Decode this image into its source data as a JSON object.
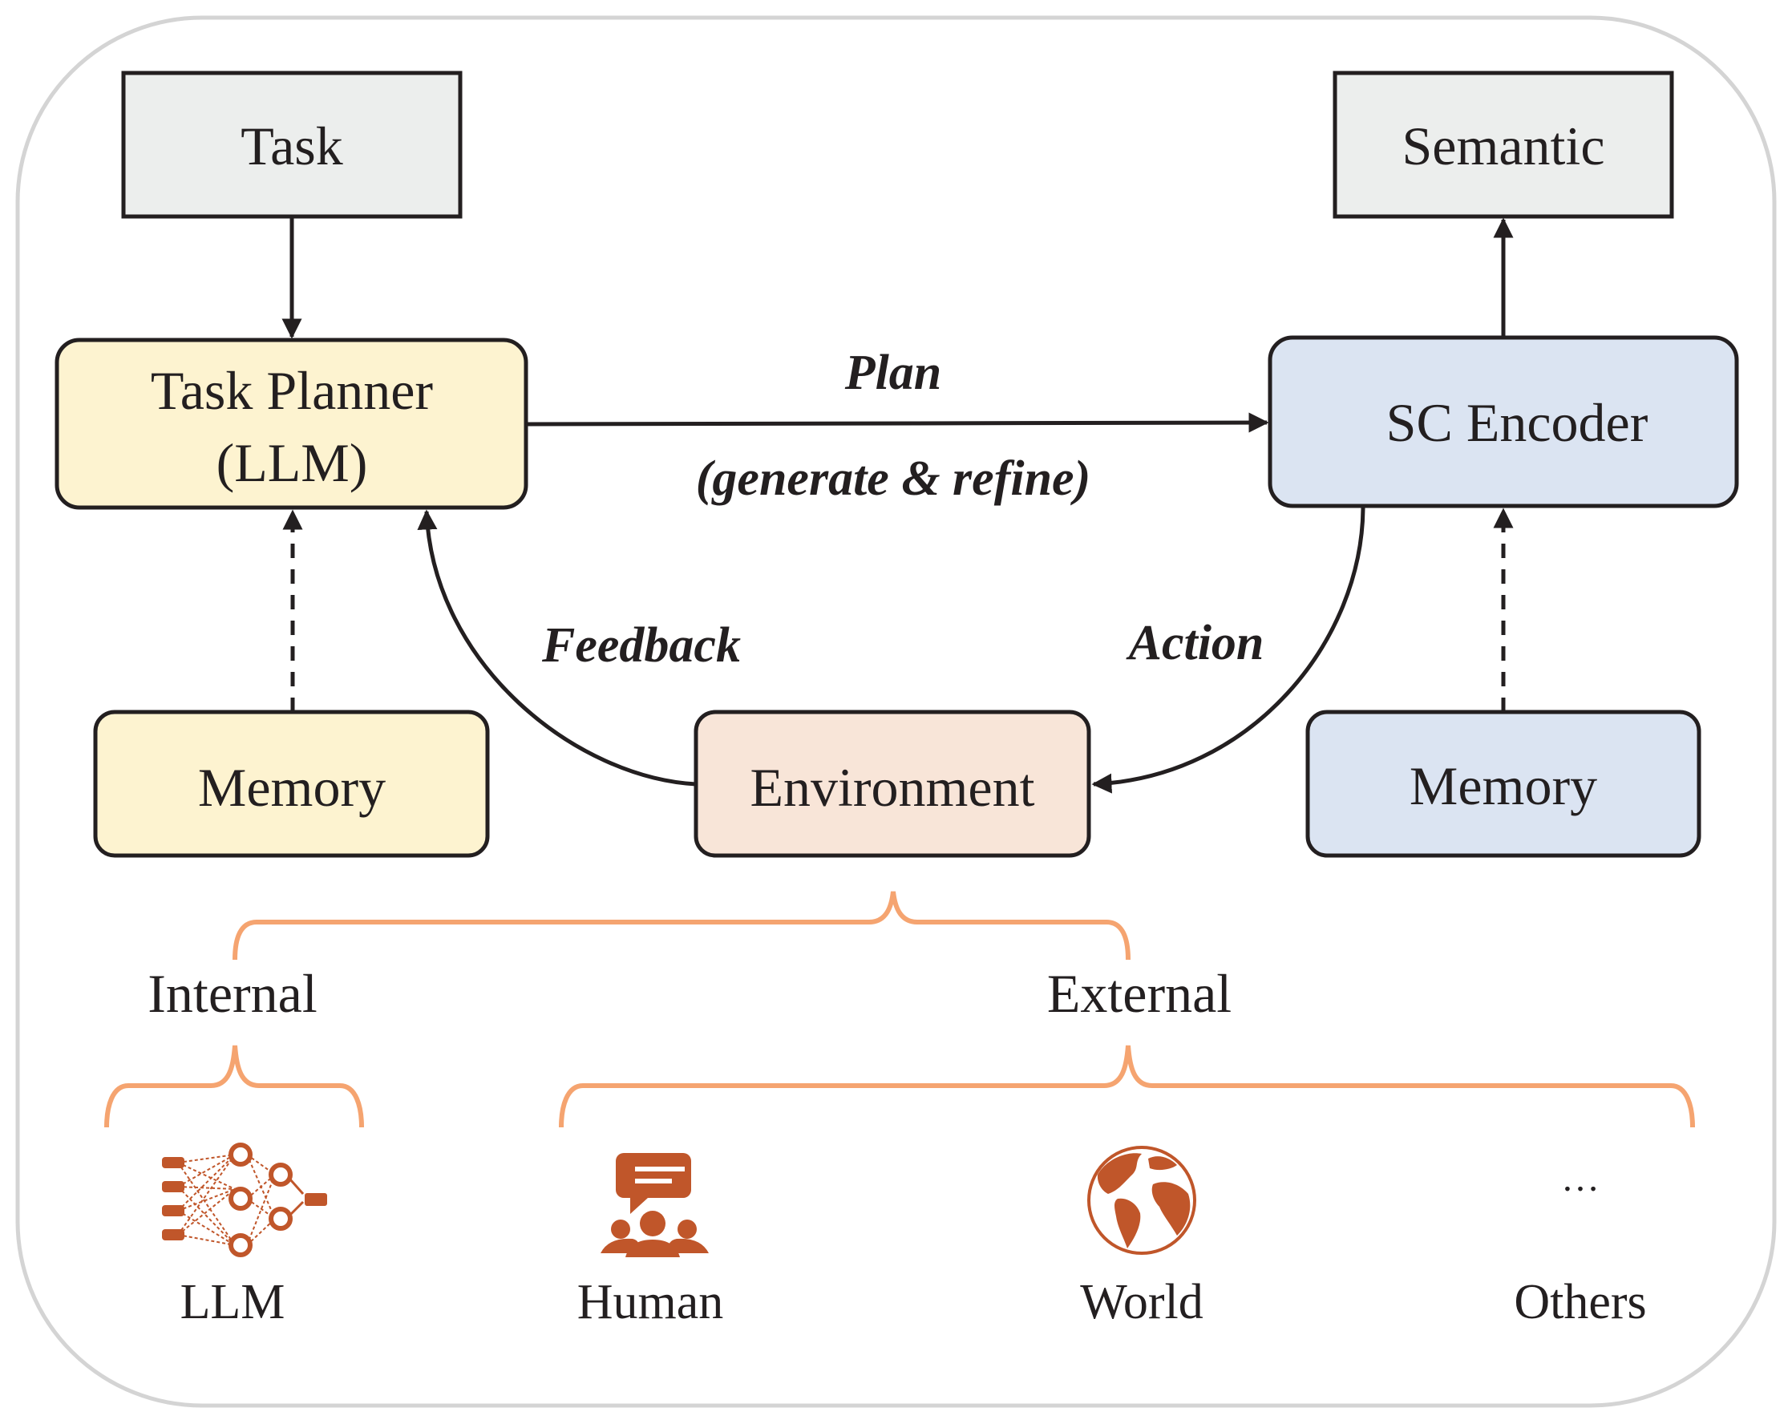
{
  "colors": {
    "frame": "#d4d4d4",
    "neutral_box": "#eceeed",
    "planner_box": "#fdf3d0",
    "encoder_box": "#dbe4f2",
    "environment_box": "#f8e5d8",
    "stroke": "#231f20",
    "brace": "#f5a470",
    "icon": "#c0562a"
  },
  "nodes": {
    "task": "Task",
    "semantic": "Semantic",
    "planner_line1": "Task Planner",
    "planner_line2": "(LLM)",
    "encoder": "SC Encoder",
    "memory_left": "Memory",
    "environment": "Environment",
    "memory_right": "Memory"
  },
  "edges": {
    "plan": "Plan",
    "plan_sub": "(generate & refine)",
    "feedback": "Feedback",
    "action": "Action"
  },
  "categories": {
    "internal": "Internal",
    "external": "External"
  },
  "sources": [
    {
      "label": "LLM",
      "icon": "neural-network-icon"
    },
    {
      "label": "Human",
      "icon": "human-dialogue-icon"
    },
    {
      "label": "World",
      "icon": "globe-icon"
    },
    {
      "label": "Others",
      "icon": "ellipsis-icon",
      "glyph": "…"
    }
  ]
}
